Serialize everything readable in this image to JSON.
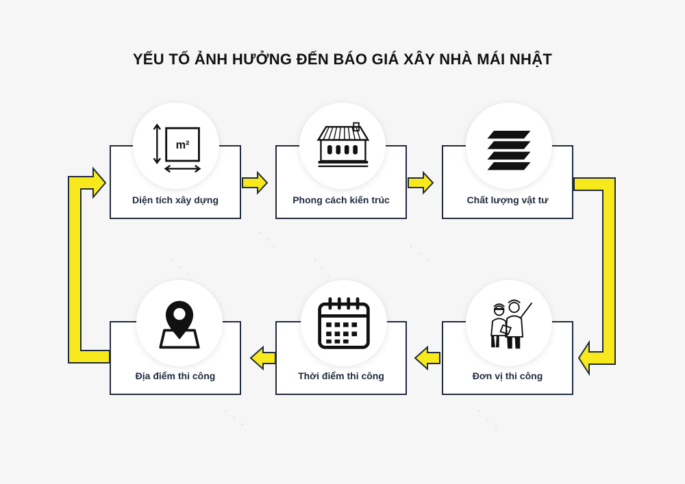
{
  "title": "YẾU TỐ ẢNH HƯỞNG ĐẾN BÁO GIÁ XÂY NHÀ MÁI NHẬT",
  "colors": {
    "arrow_fill": "#f7e91b",
    "outline": "#1f2a3c",
    "background": "#f6f6f7"
  },
  "steps": [
    {
      "label": "Diện tích xây dựng",
      "icon": "area-m2-icon"
    },
    {
      "label": "Phong cách kiến trúc",
      "icon": "house-icon"
    },
    {
      "label": "Chất lượng vật tư",
      "icon": "material-layers-icon"
    },
    {
      "label": "Đơn vị thi công",
      "icon": "contractor-workers-icon"
    },
    {
      "label": "Thời điểm thi công",
      "icon": "calendar-icon"
    },
    {
      "label": "Địa điểm thi công",
      "icon": "location-pin-icon"
    }
  ],
  "icon_text": {
    "area_unit": "m²"
  }
}
